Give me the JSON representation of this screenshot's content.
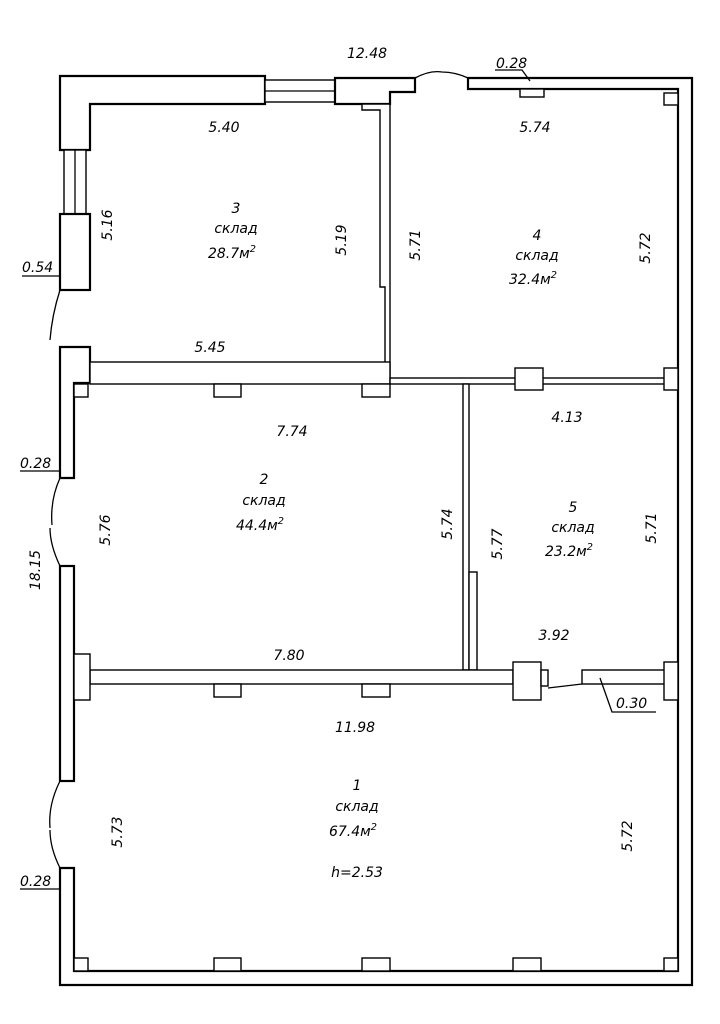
{
  "rooms": [
    {
      "number": "1",
      "type": "склад",
      "area": "67.4м",
      "area_sup": "2",
      "height": "h=2.53"
    },
    {
      "number": "2",
      "type": "склад",
      "area": "44.4м",
      "area_sup": "2"
    },
    {
      "number": "3",
      "type": "склад",
      "area": "28.7м",
      "area_sup": "2"
    },
    {
      "number": "4",
      "type": "склад",
      "area": "32.4м",
      "area_sup": "2"
    },
    {
      "number": "5",
      "type": "склад",
      "area": "23.2м",
      "area_sup": "2"
    }
  ],
  "dimensions": {
    "overall_top": "12.48",
    "overall_left": "18.15",
    "wall_top_right": "0.28",
    "wall_left_top": "0.54",
    "wall_left_mid": "0.28",
    "wall_left_bottom": "0.28",
    "partition": "0.30",
    "r3_top": "5.40",
    "r3_left": "5.16",
    "r3_right": "5.19",
    "r3_bottom": "5.45",
    "r4_top": "5.74",
    "r4_left": "5.71",
    "r4_right": "5.72",
    "r2_top": "7.74",
    "r2_left": "5.76",
    "r2_right": "5.74",
    "r2_bottom": "7.80",
    "r5_top": "4.13",
    "r5_left": "5.77",
    "r5_right": "5.71",
    "r5_bottom": "3.92",
    "r1_top": "11.98",
    "r1_left": "5.73",
    "r1_right": "5.72"
  }
}
